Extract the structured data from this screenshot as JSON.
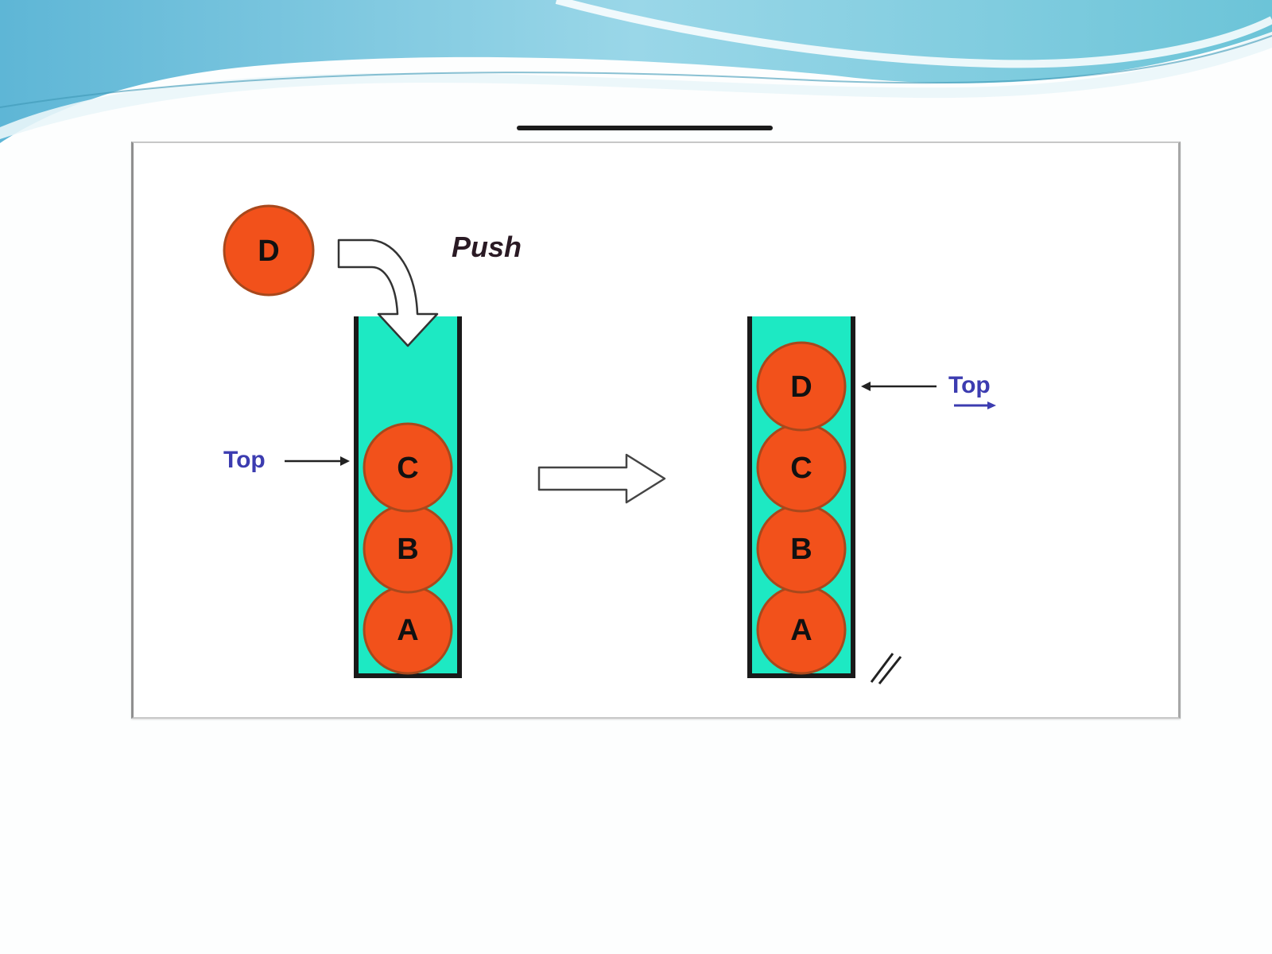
{
  "colors": {
    "ball_fill": "#f2511b",
    "ball_stroke": "#a8481c",
    "stack_fill": "#1de9c3",
    "stack_wall": "#1a1a1a",
    "top_label": "#3c3cb0",
    "wave_dark": "#5bb7d4",
    "wave_light": "#b7e4ef"
  },
  "diagram": {
    "push_label": "Push",
    "incoming_item": "D",
    "before_stack": {
      "items_bottom_to_top": [
        "A",
        "B",
        "C"
      ],
      "top_label": "Top"
    },
    "after_stack": {
      "items_bottom_to_top": [
        "A",
        "B",
        "C",
        "D"
      ],
      "top_label": "Top"
    }
  }
}
